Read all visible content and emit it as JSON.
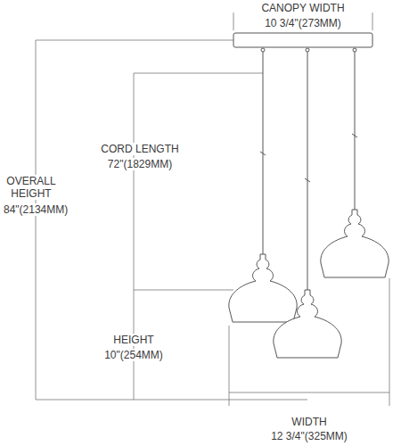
{
  "diagram": {
    "labels": [
      "CANOPY WIDTH",
      "10 3/4\"(273MM)",
      "CORD LENGTH",
      "72\"(1829MM)",
      "OVERALL HEIGHT",
      "84\"(2134MM)",
      "HEIGHT",
      "10\"(254MM)",
      "WIDTH",
      "12 3/4\"(325MM)"
    ]
  }
}
